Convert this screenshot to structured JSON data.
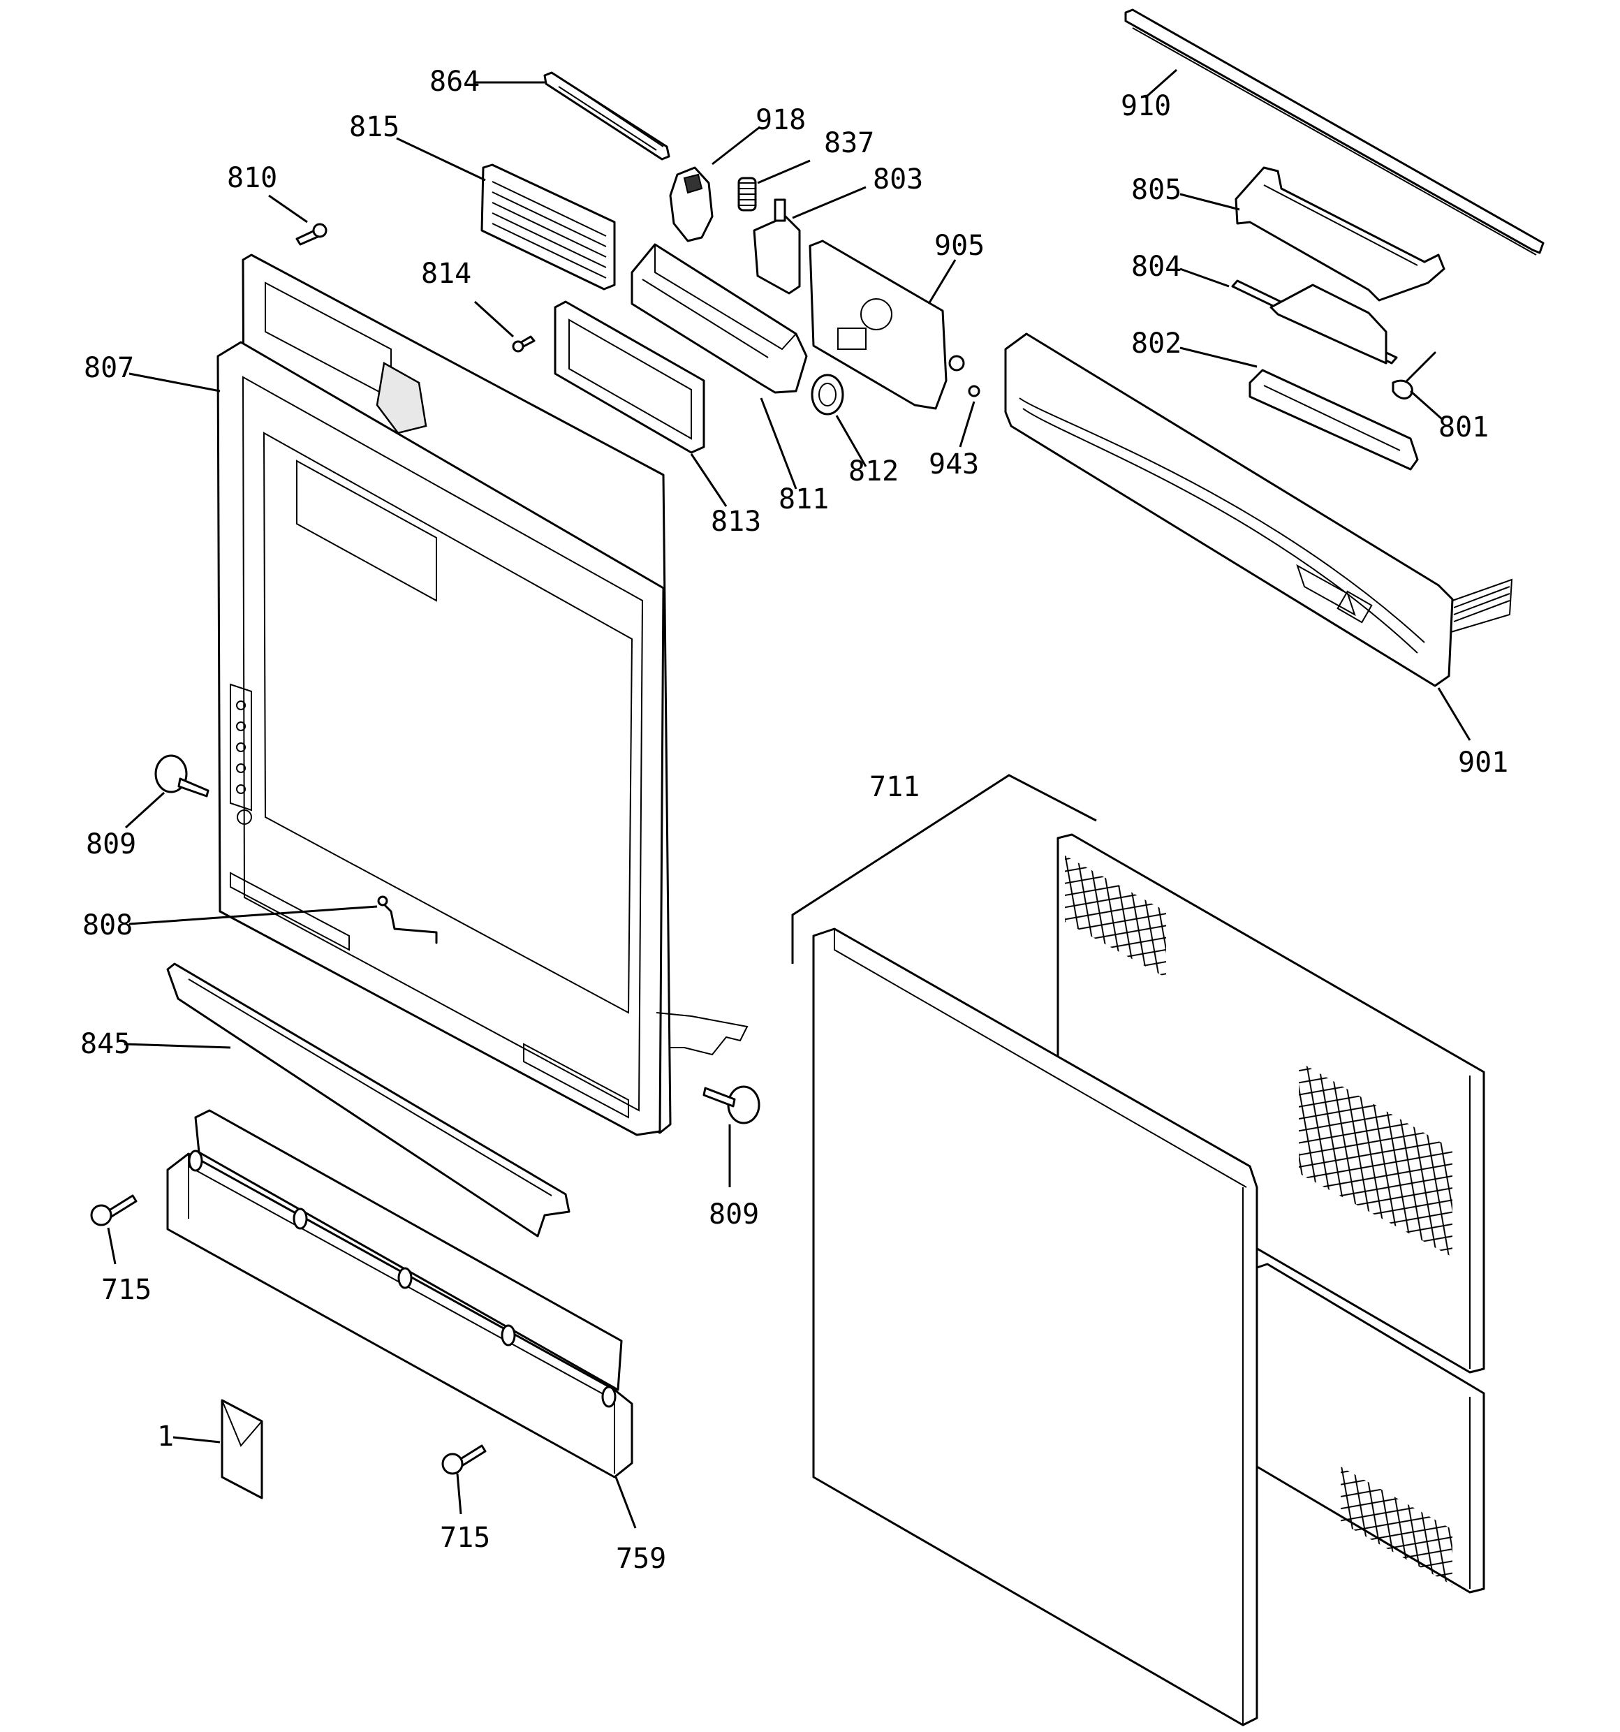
{
  "diagram": {
    "callouts": [
      "864",
      "918",
      "837",
      "803",
      "815",
      "810",
      "905",
      "910",
      "805",
      "804",
      "802",
      "801",
      "814",
      "807",
      "813",
      "811",
      "812",
      "943",
      "901",
      "711",
      "809",
      "808",
      "845",
      "715",
      "1",
      "759"
    ]
  },
  "labels": {
    "l864": "864",
    "l918": "918",
    "l837": "837",
    "l803": "803",
    "l815": "815",
    "l810": "810",
    "l905": "905",
    "l910": "910",
    "l805": "805",
    "l804": "804",
    "l802": "802",
    "l801": "801",
    "l814": "814",
    "l807": "807",
    "l813": "813",
    "l811": "811",
    "l812": "812",
    "l943": "943",
    "l901": "901",
    "l711": "711",
    "l809a": "809",
    "l809b": "809",
    "l808": "808",
    "l845": "845",
    "l715a": "715",
    "l715b": "715",
    "l1": "1",
    "l759": "759"
  }
}
